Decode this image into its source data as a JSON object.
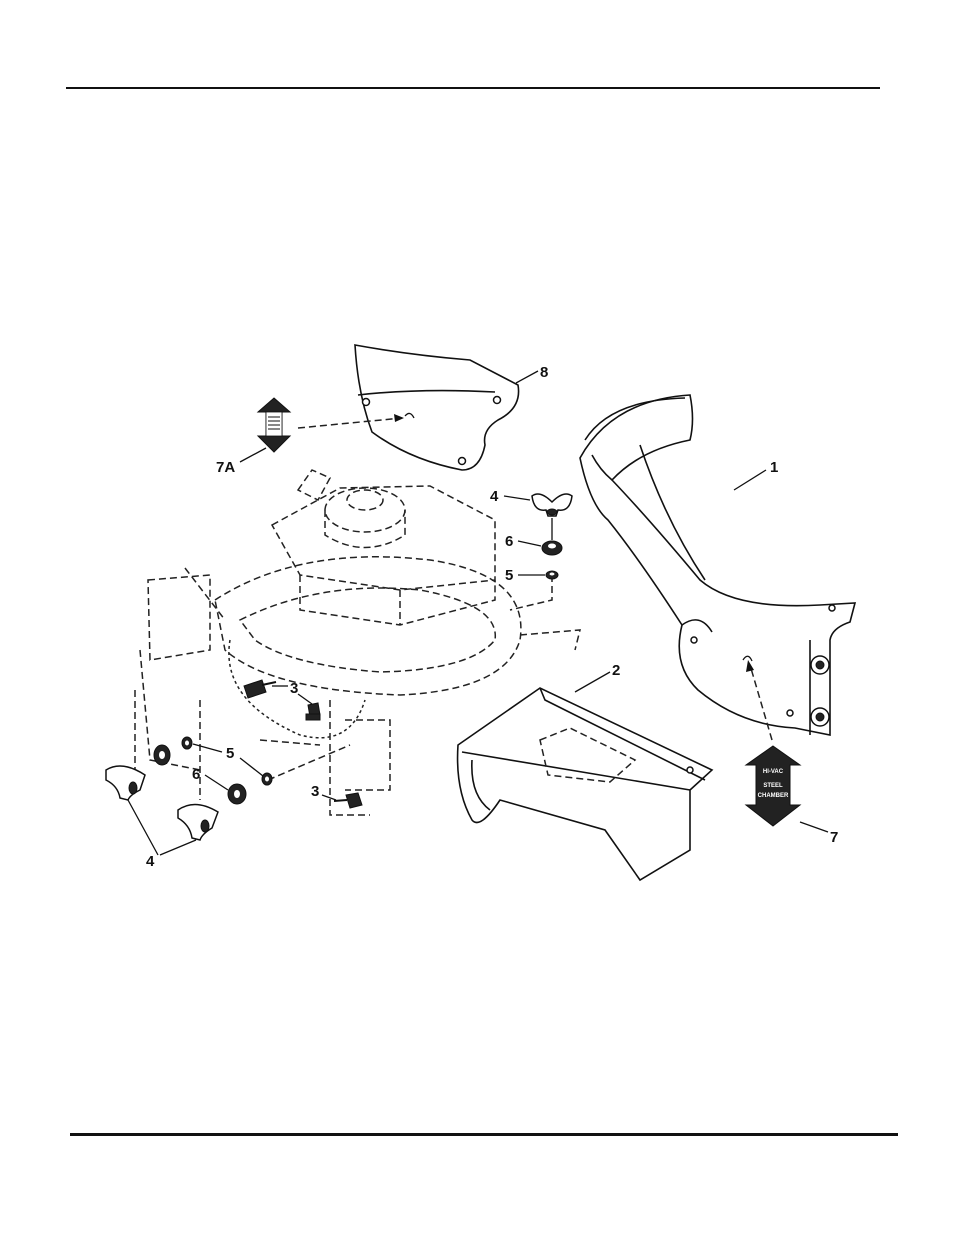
{
  "callouts": {
    "c1": "1",
    "c2": "2",
    "c3a": "3",
    "c3b": "3",
    "c4a": "4",
    "c4b": "4",
    "c5a": "5",
    "c5b": "5",
    "c6a": "6",
    "c6b": "6",
    "c7": "7",
    "c7a": "7A",
    "c8": "8"
  },
  "decal": {
    "line1": "HI-VAC",
    "line2": "STEEL",
    "line3": "CHAMBER"
  }
}
